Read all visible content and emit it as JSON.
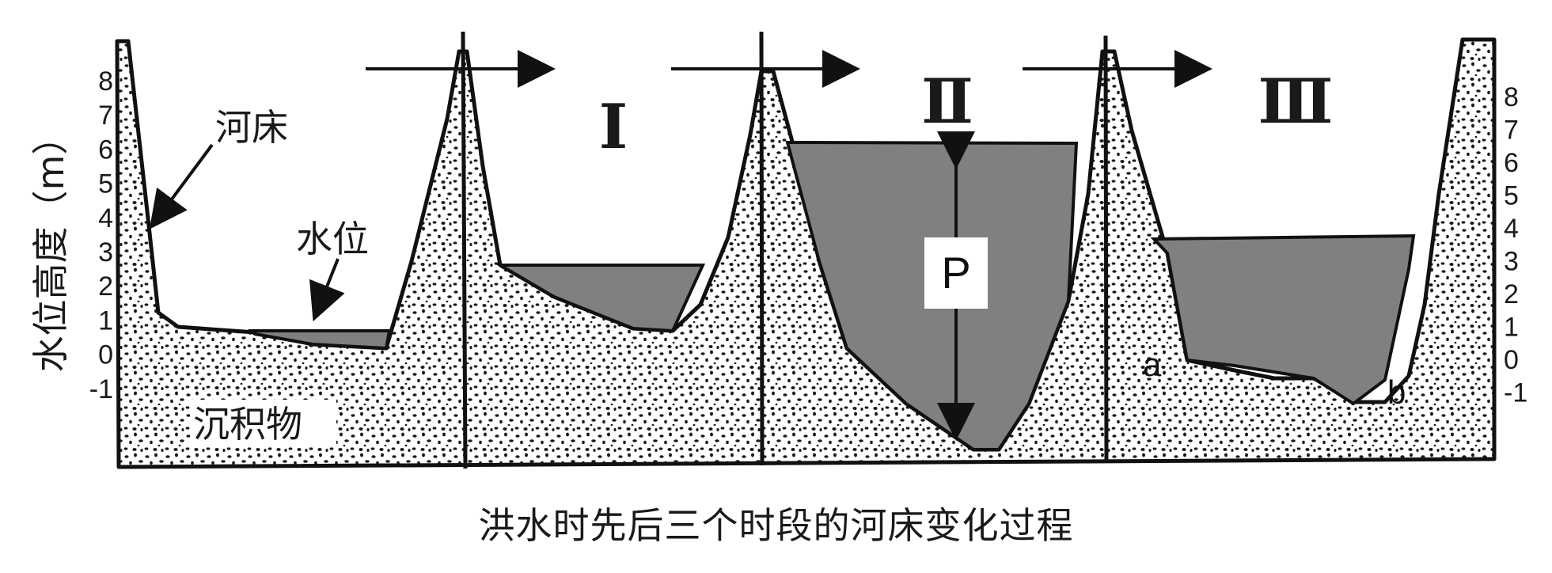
{
  "y_axis": {
    "label": "水位高度（m）",
    "ticks": [
      "8",
      "7",
      "6",
      "5",
      "4",
      "3",
      "2",
      "1",
      "0",
      "-1"
    ]
  },
  "labels": {
    "riverbed": "河床",
    "water_level": "水位",
    "sediment": "沉积物",
    "depth_marker": "P",
    "point_a": "a",
    "point_b": "b"
  },
  "stages": [
    {
      "roman": "Ⅰ"
    },
    {
      "roman": "Ⅱ"
    },
    {
      "roman": "Ⅲ"
    }
  ],
  "caption": "洪水时先后三个时段的河床变化过程",
  "colors": {
    "water": "#808080",
    "sediment_dots": "#1a1a1a",
    "outline": "#111111"
  }
}
